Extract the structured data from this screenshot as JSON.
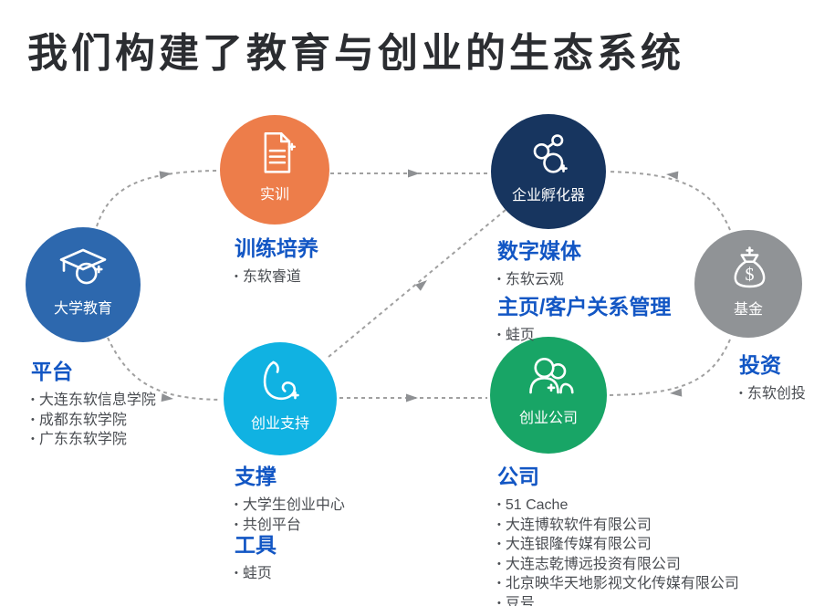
{
  "title": "我们构建了教育与创业的生态系统",
  "nodes": [
    {
      "id": "university",
      "label": "大学教育",
      "icon": "graduation-cap",
      "color": "#2d68ae"
    },
    {
      "id": "training",
      "label": "实训",
      "icon": "document",
      "color": "#ed7d4a"
    },
    {
      "id": "incubator",
      "label": "企业孵化器",
      "icon": "network",
      "color": "#17355f"
    },
    {
      "id": "fund",
      "label": "基金",
      "icon": "money-bag",
      "color": "#909396"
    },
    {
      "id": "support",
      "label": "创业支持",
      "icon": "flexed-arm",
      "color": "#10b2e2"
    },
    {
      "id": "startup",
      "label": "创业公司",
      "icon": "people",
      "color": "#18a566"
    }
  ],
  "sections": {
    "platform": {
      "heading": "平台",
      "items": [
        "大连东软信息学院",
        "成都东软学院",
        "广东东软学院"
      ]
    },
    "training": {
      "heading": "训练培养",
      "items": [
        "东软睿道"
      ]
    },
    "digital_media": {
      "heading": "数字媒体",
      "items": [
        "东软云观"
      ]
    },
    "crm": {
      "heading": "主页/客户关系管理",
      "items": [
        "蛙页"
      ]
    },
    "investment": {
      "heading": "投资",
      "items": [
        "东软创投"
      ]
    },
    "support": {
      "heading": "支撑",
      "items": [
        "大学生创业中心",
        "共创平台"
      ]
    },
    "tools": {
      "heading": "工具",
      "items": [
        "蛙页"
      ]
    },
    "companies": {
      "heading": "公司",
      "items": [
        "51 Cache",
        "大连博软软件有限公司",
        "大连银隆传媒有限公司",
        "大连志乾博远投资有限公司",
        "北京映华天地影视文化传媒有限公司",
        "豆号"
      ]
    }
  },
  "colors": {
    "title": "#2b2d31",
    "heading_accent": "#1256c4",
    "bullet_text": "#4a4d52",
    "arrow": "#a0a0a0",
    "node_university": "#2d68ae",
    "node_training": "#ed7d4a",
    "node_incubator": "#17355f",
    "node_fund": "#909396",
    "node_support": "#10b2e2",
    "node_startup": "#18a566"
  }
}
